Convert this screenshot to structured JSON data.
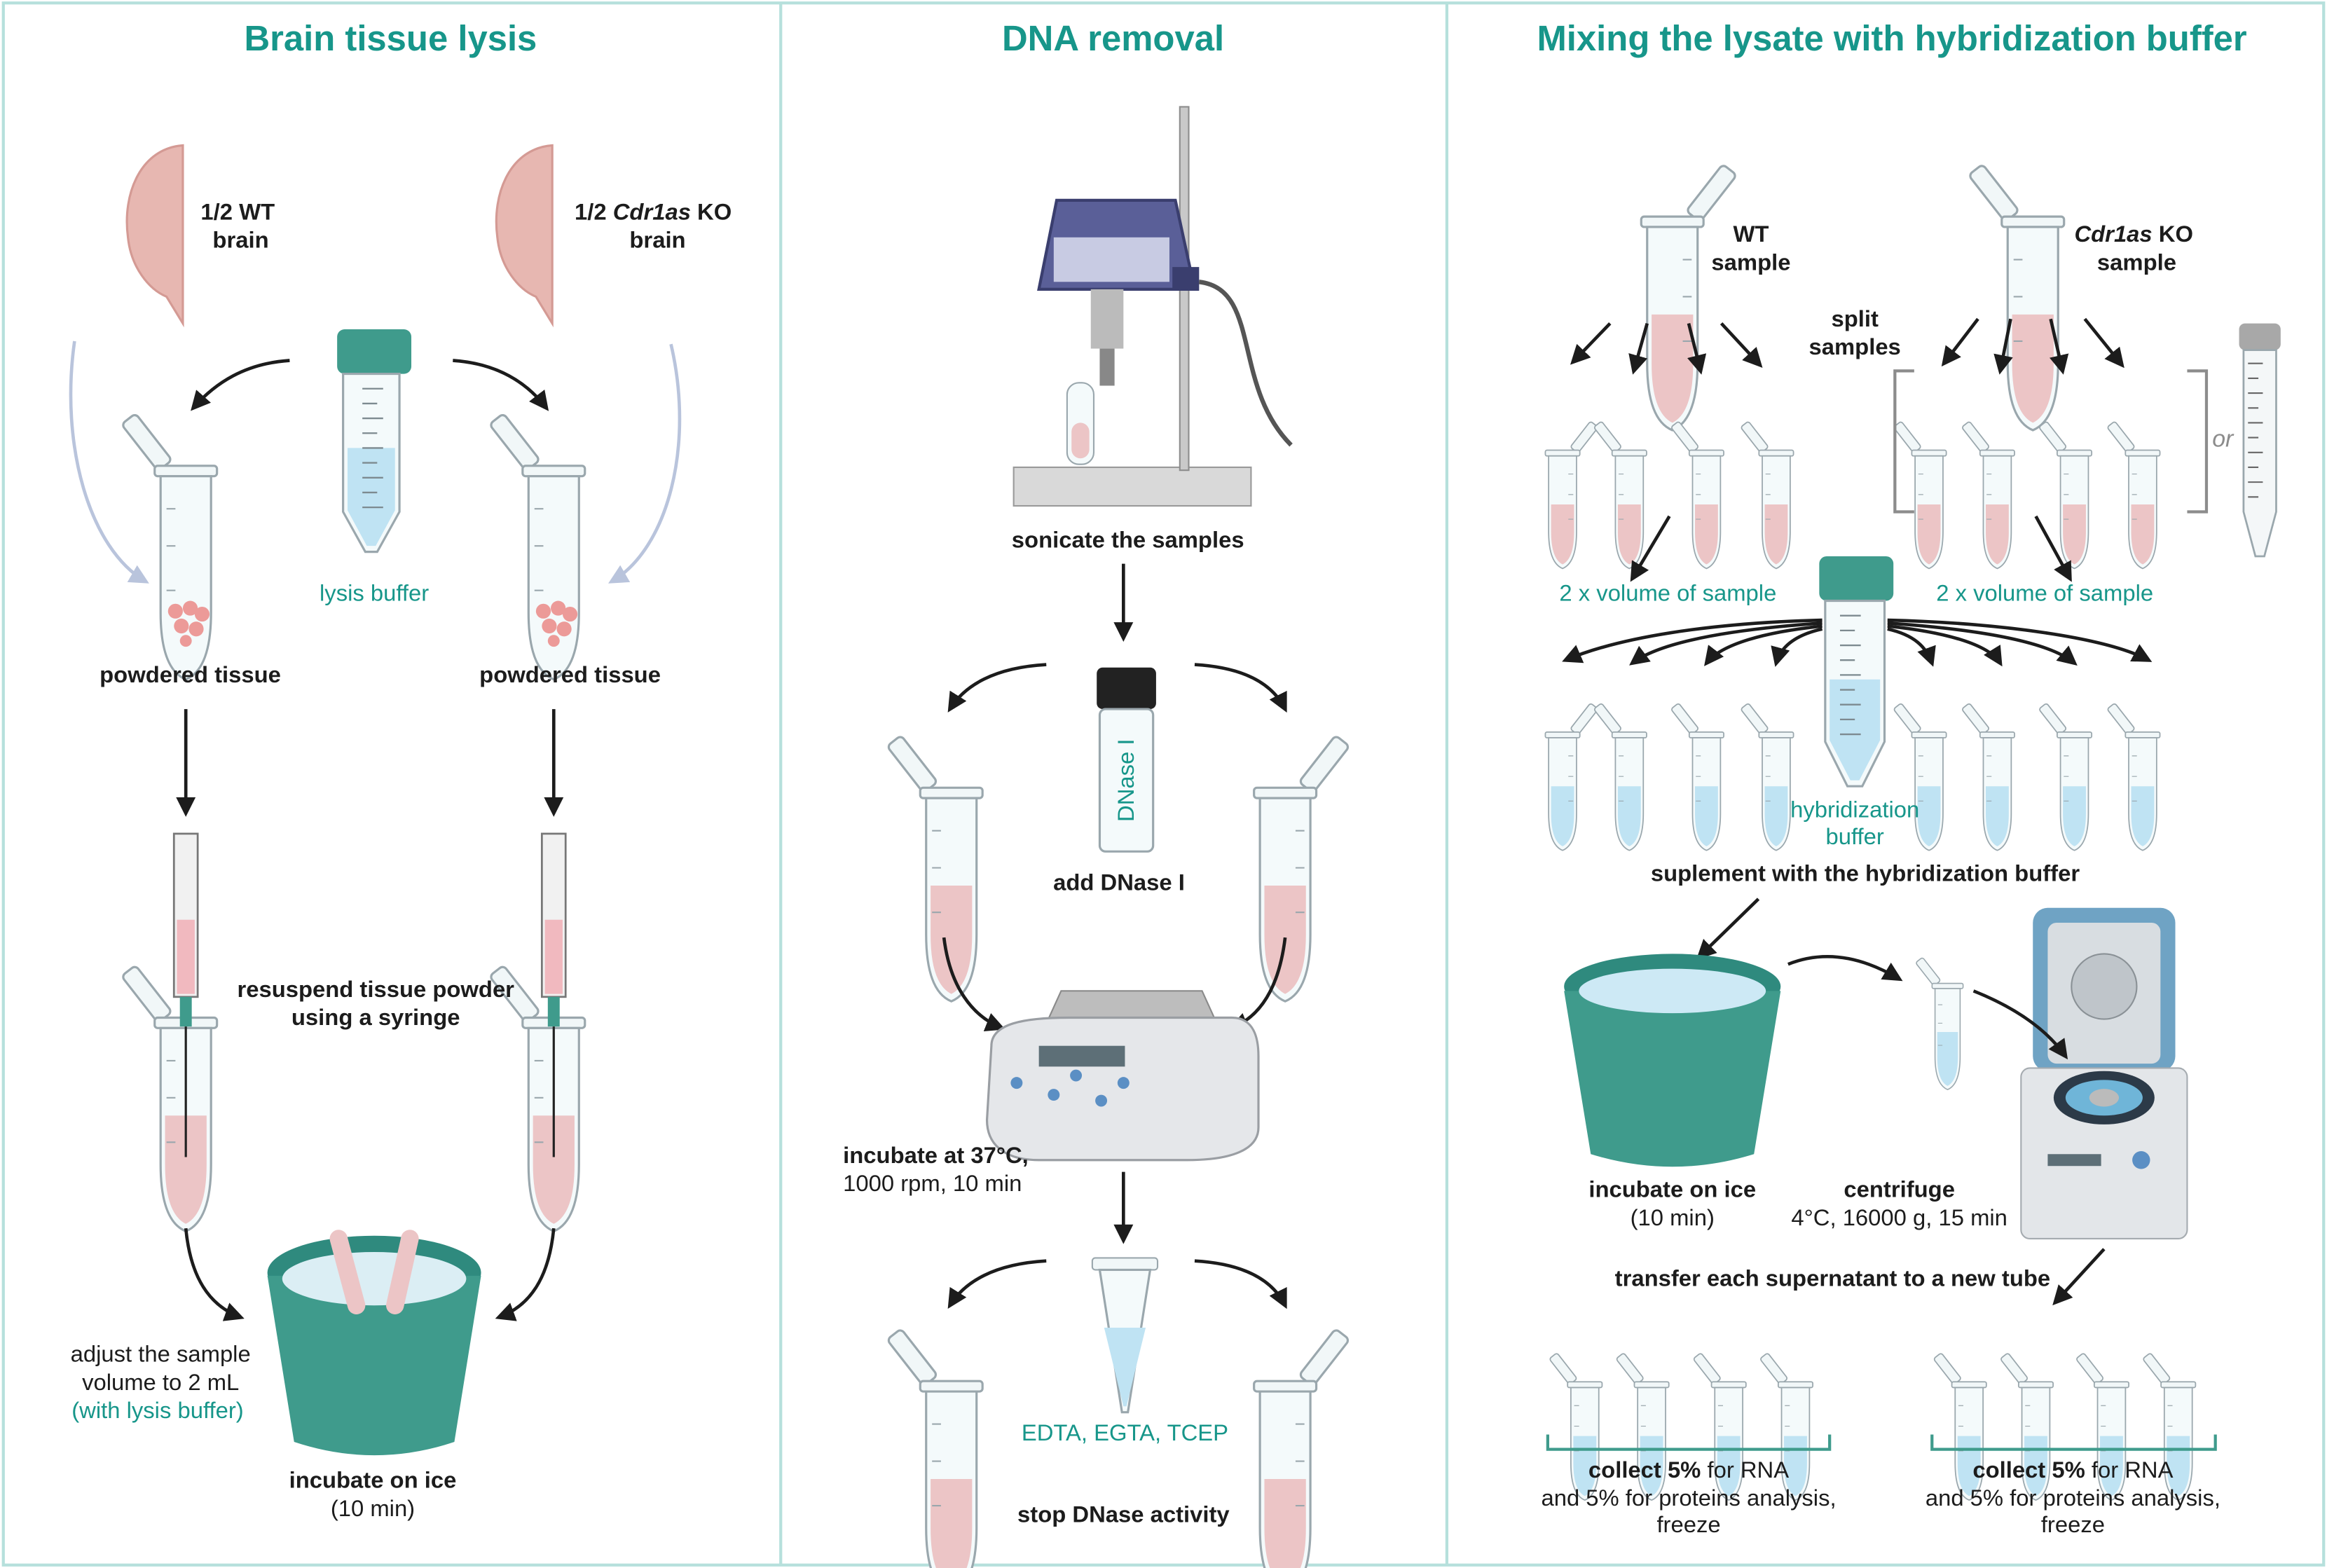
{
  "colors": {
    "accent": "#17968a",
    "border": "#b6e0dc",
    "sample_pink": "#ecc5c6",
    "buffer_blue": "#bfe3f3",
    "ink": "#1c1c1c"
  },
  "lysis": {
    "title": "Brain tissue lysis",
    "wt_brain": [
      "1/2 WT",
      "brain"
    ],
    "ko_brain": {
      "prefix": "1/2 ",
      "gene": "Cdr1as",
      "suffix": " KO",
      "line2": "brain"
    },
    "lysis_buffer": "lysis buffer",
    "powdered_left": "powdered tissue",
    "powdered_right": "powdered tissue",
    "resuspend": [
      "resuspend tissue powder",
      "using a syringe"
    ],
    "adjust": [
      "adjust the sample",
      "volume to 2 mL",
      "(with lysis buffer)"
    ],
    "incubate": [
      "incubate on ice",
      "(10 min)"
    ]
  },
  "dna": {
    "title": "DNA removal",
    "sonicate": "sonicate the samples",
    "dnase_tube_label": "DNase I",
    "add_dnase": "add DNase I",
    "incubate_bold": "incubate at 37°C,",
    "incubate_detail": "1000 rpm, 10 min",
    "reagents": "EDTA, EGTA, TCEP",
    "stop": "stop DNase activity"
  },
  "mixing": {
    "title": "Mixing the lysate with hybridization buffer",
    "wt_sample": [
      "WT",
      "sample"
    ],
    "ko_sample": {
      "gene": "Cdr1as",
      "suffix": " KO",
      "line2": "sample"
    },
    "split": [
      "split",
      "samples"
    ],
    "or": "or",
    "volume_left": "2 x volume of sample",
    "volume_right": "2 x volume of sample",
    "hybridization_buffer": [
      "hybridization",
      "buffer"
    ],
    "supplement": "suplement with the hybridization buffer",
    "incubate": [
      "incubate on ice",
      "(10 min)"
    ],
    "centrifuge": [
      "centrifuge",
      "4°C, 16000 g, 15 min"
    ],
    "transfer": "transfer each  supernatant to a new tube",
    "collect_left": {
      "bold": "collect 5%",
      "rest": " for RNA",
      "line2": "and 5% for proteins analysis,",
      "line3": "freeze"
    },
    "collect_right": {
      "bold": "collect 5%",
      "rest": " for RNA",
      "line2": "and 5% for proteins analysis,",
      "line3": "freeze"
    }
  }
}
